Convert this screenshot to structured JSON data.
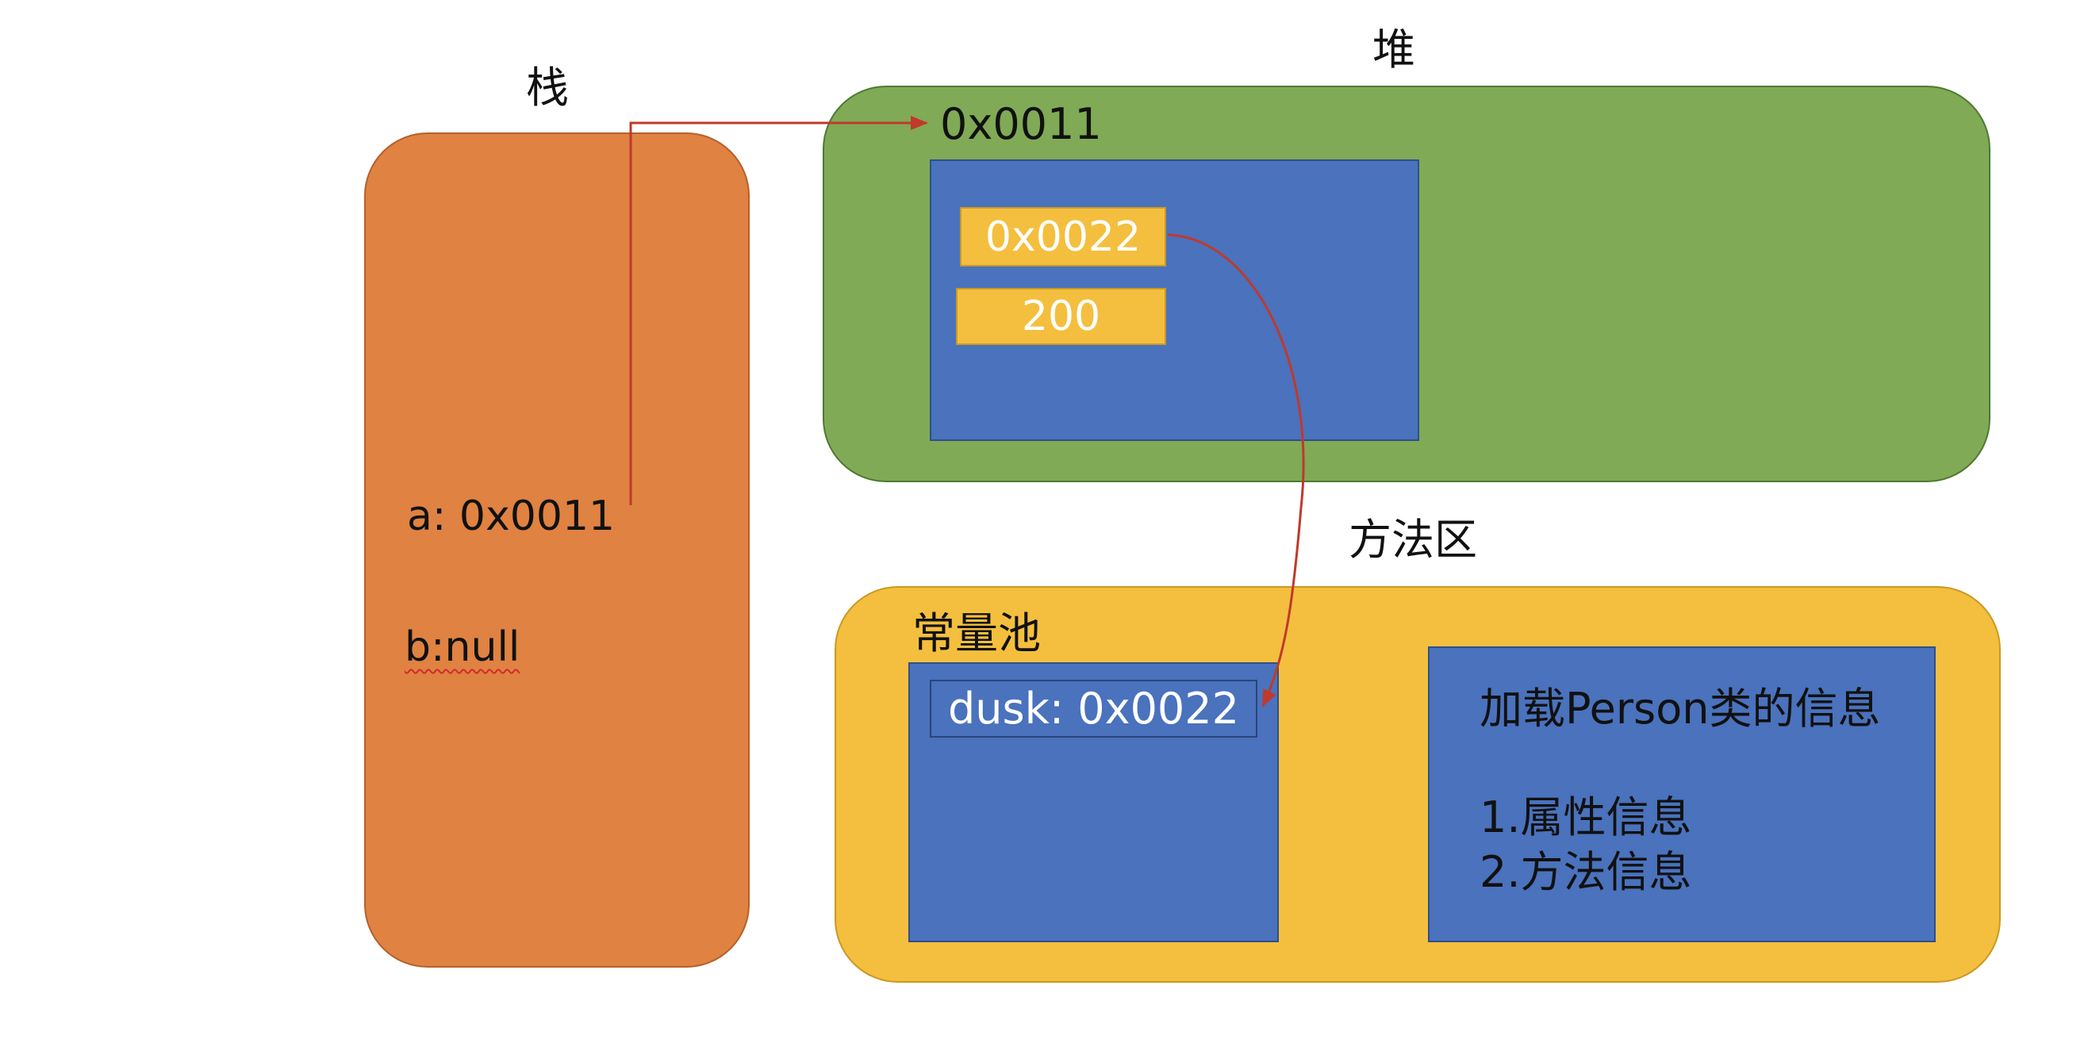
{
  "stack": {
    "title": "栈",
    "var_a": "a: 0x0011",
    "var_b": "b:null"
  },
  "heap": {
    "title": "堆",
    "object_address": "0x0011",
    "fields": [
      "0x0022",
      "200"
    ]
  },
  "method_area": {
    "title": "方法区",
    "constant_pool": {
      "title": "常量池",
      "entry": "dusk: 0x0022"
    },
    "class_info": {
      "heading": "加载Person类的信息",
      "lines": [
        "1.属性信息",
        "2.方法信息"
      ]
    }
  },
  "colors": {
    "stack": "#e08242",
    "heap": "#80aa55",
    "object": "#4a72bd",
    "field": "#f4bf3e",
    "method_area": "#f4bf3e",
    "arrow": "#c0392b"
  }
}
